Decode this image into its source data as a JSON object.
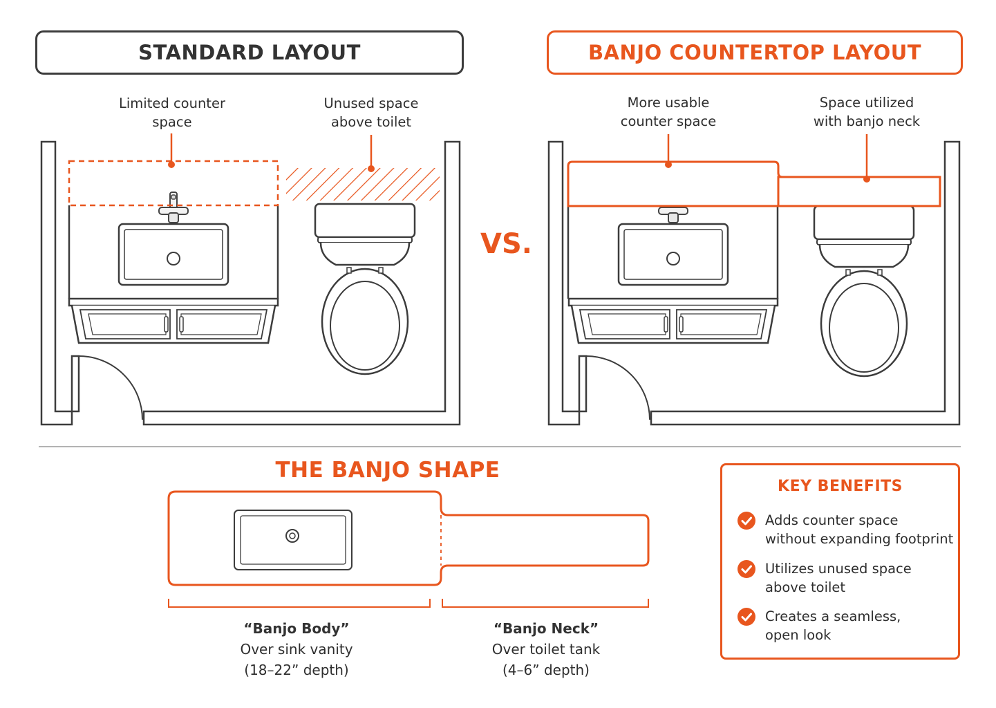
{
  "standard": {
    "title": "STANDARD LAYOUT",
    "callout_left": "Limited counter\nspace",
    "callout_right": "Unused space\nabove toilet"
  },
  "vs": "VS.",
  "banjo": {
    "title": "BANJO COUNTERTOP LAYOUT",
    "callout_left": "More usable\ncounter space",
    "callout_right": "Space utilized\nwith banjo neck"
  },
  "shape": {
    "title": "THE BANJO SHAPE",
    "body_name": "“Banjo Body”",
    "body_desc": "Over sink vanity",
    "body_depth": "(18–22” depth)",
    "neck_name": "“Banjo Neck”",
    "neck_desc": "Over toilet tank",
    "neck_depth": "(4–6” depth)"
  },
  "benefits": {
    "title": "KEY BENEFITS",
    "items": [
      "Adds counter space\nwithout expanding footprint",
      "Utilizes unused space\nabove toilet",
      "Creates a seamless,\nopen look"
    ]
  },
  "colors": {
    "accent": "#e8561e",
    "line": "#3c3c3c"
  },
  "icons": [
    "check-circle-icon",
    "drain-icon",
    "faucet-icon"
  ]
}
